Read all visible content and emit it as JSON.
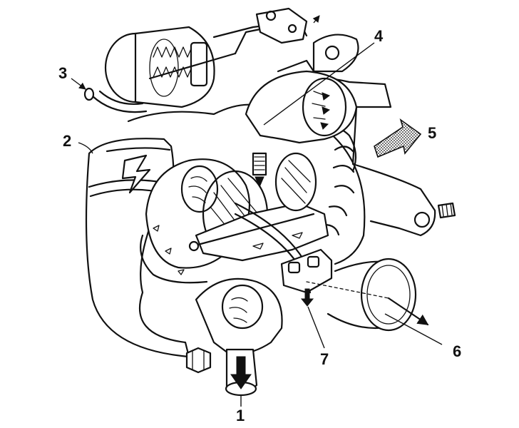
{
  "figure": {
    "callouts": [
      {
        "id": "1",
        "label": "1"
      },
      {
        "id": "2",
        "label": "2"
      },
      {
        "id": "3",
        "label": "3"
      },
      {
        "id": "4",
        "label": "4"
      },
      {
        "id": "5",
        "label": "5"
      },
      {
        "id": "6",
        "label": "6"
      },
      {
        "id": "7",
        "label": "7"
      }
    ]
  },
  "colors": {
    "ink": "#111111",
    "paper": "#ffffff"
  }
}
